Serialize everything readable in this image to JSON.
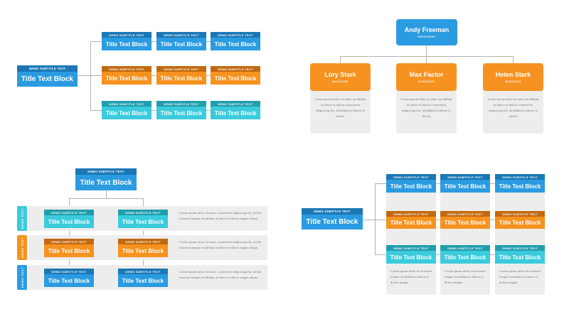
{
  "labels": {
    "block_subtitle": "DEMO SUBTITLE TEXT",
    "block_title": "Title Text Block",
    "side_tab": "DEMO TEXT"
  },
  "colors": {
    "blue": "#2b9be1",
    "blue_dark": "#1b77b5",
    "orange": "#f6921f",
    "orange_dark": "#c2690f",
    "teal": "#3bcbdc",
    "teal_dark": "#209ead",
    "card_background": "#ededed",
    "connector": "#b3b3b3",
    "description_text": "#777777"
  },
  "org_chart": {
    "president": {
      "name": "Andy Freeman",
      "role": "PRESIDENT"
    },
    "managers": [
      {
        "name": "Lory Stark",
        "role": "MANAGER",
        "description": "Lorem ipsum dolor sit amet, incididunt ut labore et dolore consectetur adipiscing elit, incididunt ut labore et dolore"
      },
      {
        "name": "Max Factor",
        "role": "MANAGER",
        "description": "Lorem ipsum dolor sit amet, incididunt ut labore et dolore consectetur adipiscing elit, incididunt ut labore et dolore"
      },
      {
        "name": "Helen Stark",
        "role": "MANAGER",
        "description": "Lorem ipsum dolor sit amet, incididunt ut labore et dolore consectetur adipiscing elit, incididunt ut labore et dolore"
      }
    ]
  },
  "row_layout": {
    "description": "Lorem ipsum dolor sit amet, consectetur adipiscing elit, sed do eiusmod tempor incididunt ut labore et dolore magna aliqua."
  },
  "column_layout": {
    "description": "Lorem ipsum dolor sit eiusmod tempor incididunt ut labore et dolore magna"
  }
}
